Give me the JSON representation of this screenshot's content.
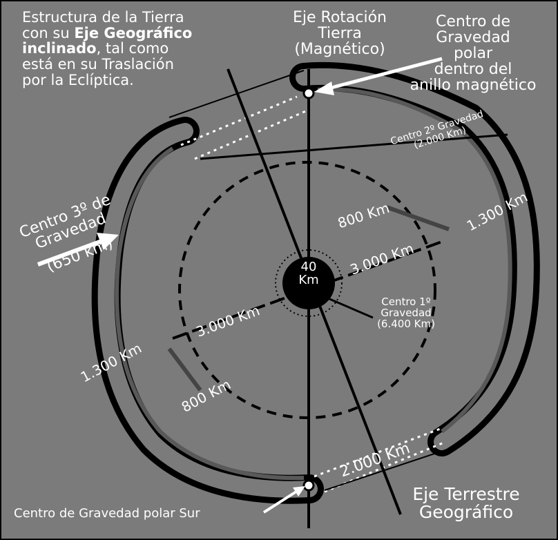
{
  "intro": {
    "line1": "Estructura de la Tierra",
    "line2_pre": "con su ",
    "line2_bold": "Eje Geográfico",
    "line3_bold": "inclinado",
    "line3_post": ", tal como",
    "line4": "está en su Traslación",
    "line5": "por la Eclíptica."
  },
  "rotation_axis": {
    "line1": "Eje Rotación",
    "line2": "Tierra",
    "line3": "(Magnético)"
  },
  "north_center": {
    "line1": "Centro de",
    "line2": "Gravedad",
    "line3": "polar",
    "line4": "dentro del",
    "line5": "anillo magnético"
  },
  "second_center": {
    "line1": "Centro 2º Gravedad",
    "line2": "(2.000 Km)"
  },
  "third_center": {
    "line1": "Centro 3º de",
    "line2": "Gravedad",
    "line3": "(650 km)"
  },
  "core": {
    "line1": "40",
    "line2": "Km"
  },
  "first_center": {
    "line1": "Centro 1º",
    "line2": "Gravedad",
    "line3": "(6.400 Km)"
  },
  "distances": {
    "d800_upper": "800 Km",
    "d1300_right": "1.300 Km",
    "d3000_right": "3.000 Km",
    "d3000_left": "3.000 Km",
    "d1300_left": "1.300 Km",
    "d800_lower": "800 Km",
    "d2000_bottom": "2.000 Km"
  },
  "south_center": "Centro de Gravedad polar Sur",
  "geo_axis": {
    "line1": "Eje Terrestre",
    "line2": "Geográfico"
  },
  "colors": {
    "background": "#7b7b7b",
    "ring": "#000000",
    "ring_inner": "#595959",
    "text": "#ffffff"
  }
}
